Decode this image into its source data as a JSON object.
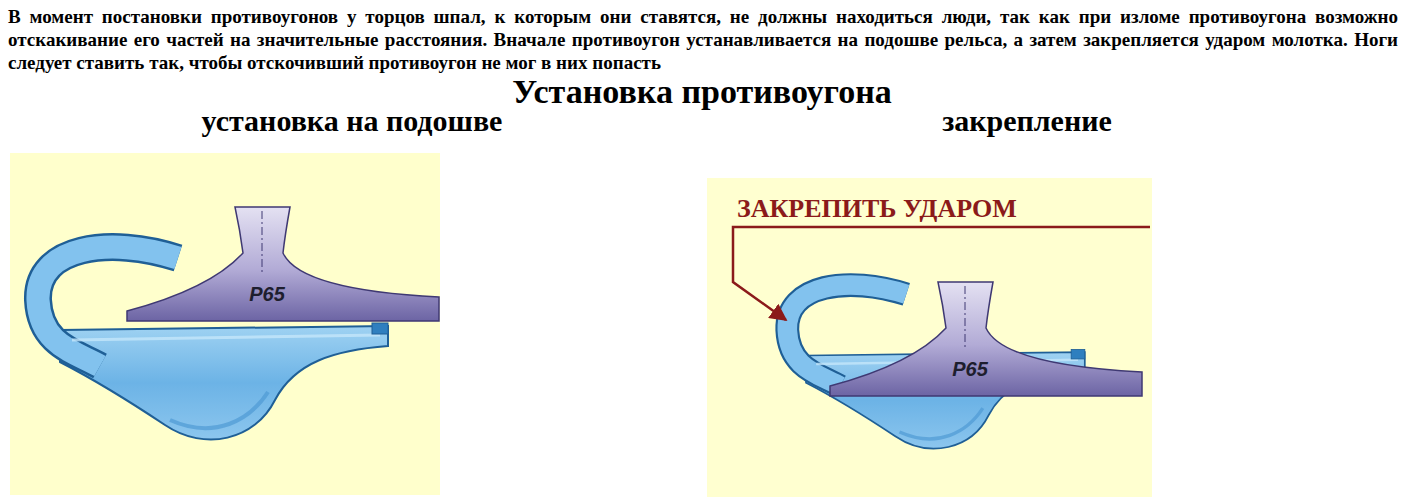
{
  "diagram": {
    "title": "Установка противоугона",
    "nodes": [
      {
        "text": [
          "установка на подошве"
        ]
      },
      {
        "text": [
          "Р65"
        ],
        "in": 0
      },
      {
        "text": [
          "закрепление",
          "ЗАКРЕПИТЬ УДАРОМ"
        ]
      },
      {
        "text": [
          "Р65"
        ],
        "in": 2
      }
    ],
    "labels": [
      "В момент постановки противоугонов у торцов шпал, к которым они ставятся, не должны находиться люди, так как при изломе противоугона возможно отскакивание его частей на значительные расстояния. Вначале противоугон устанавливается на подошве рельса, а затем закрепляется ударом молотка. Ноги следует ставить так, чтобы отскочивший противоугон не мог в них попасть"
    ]
  }
}
